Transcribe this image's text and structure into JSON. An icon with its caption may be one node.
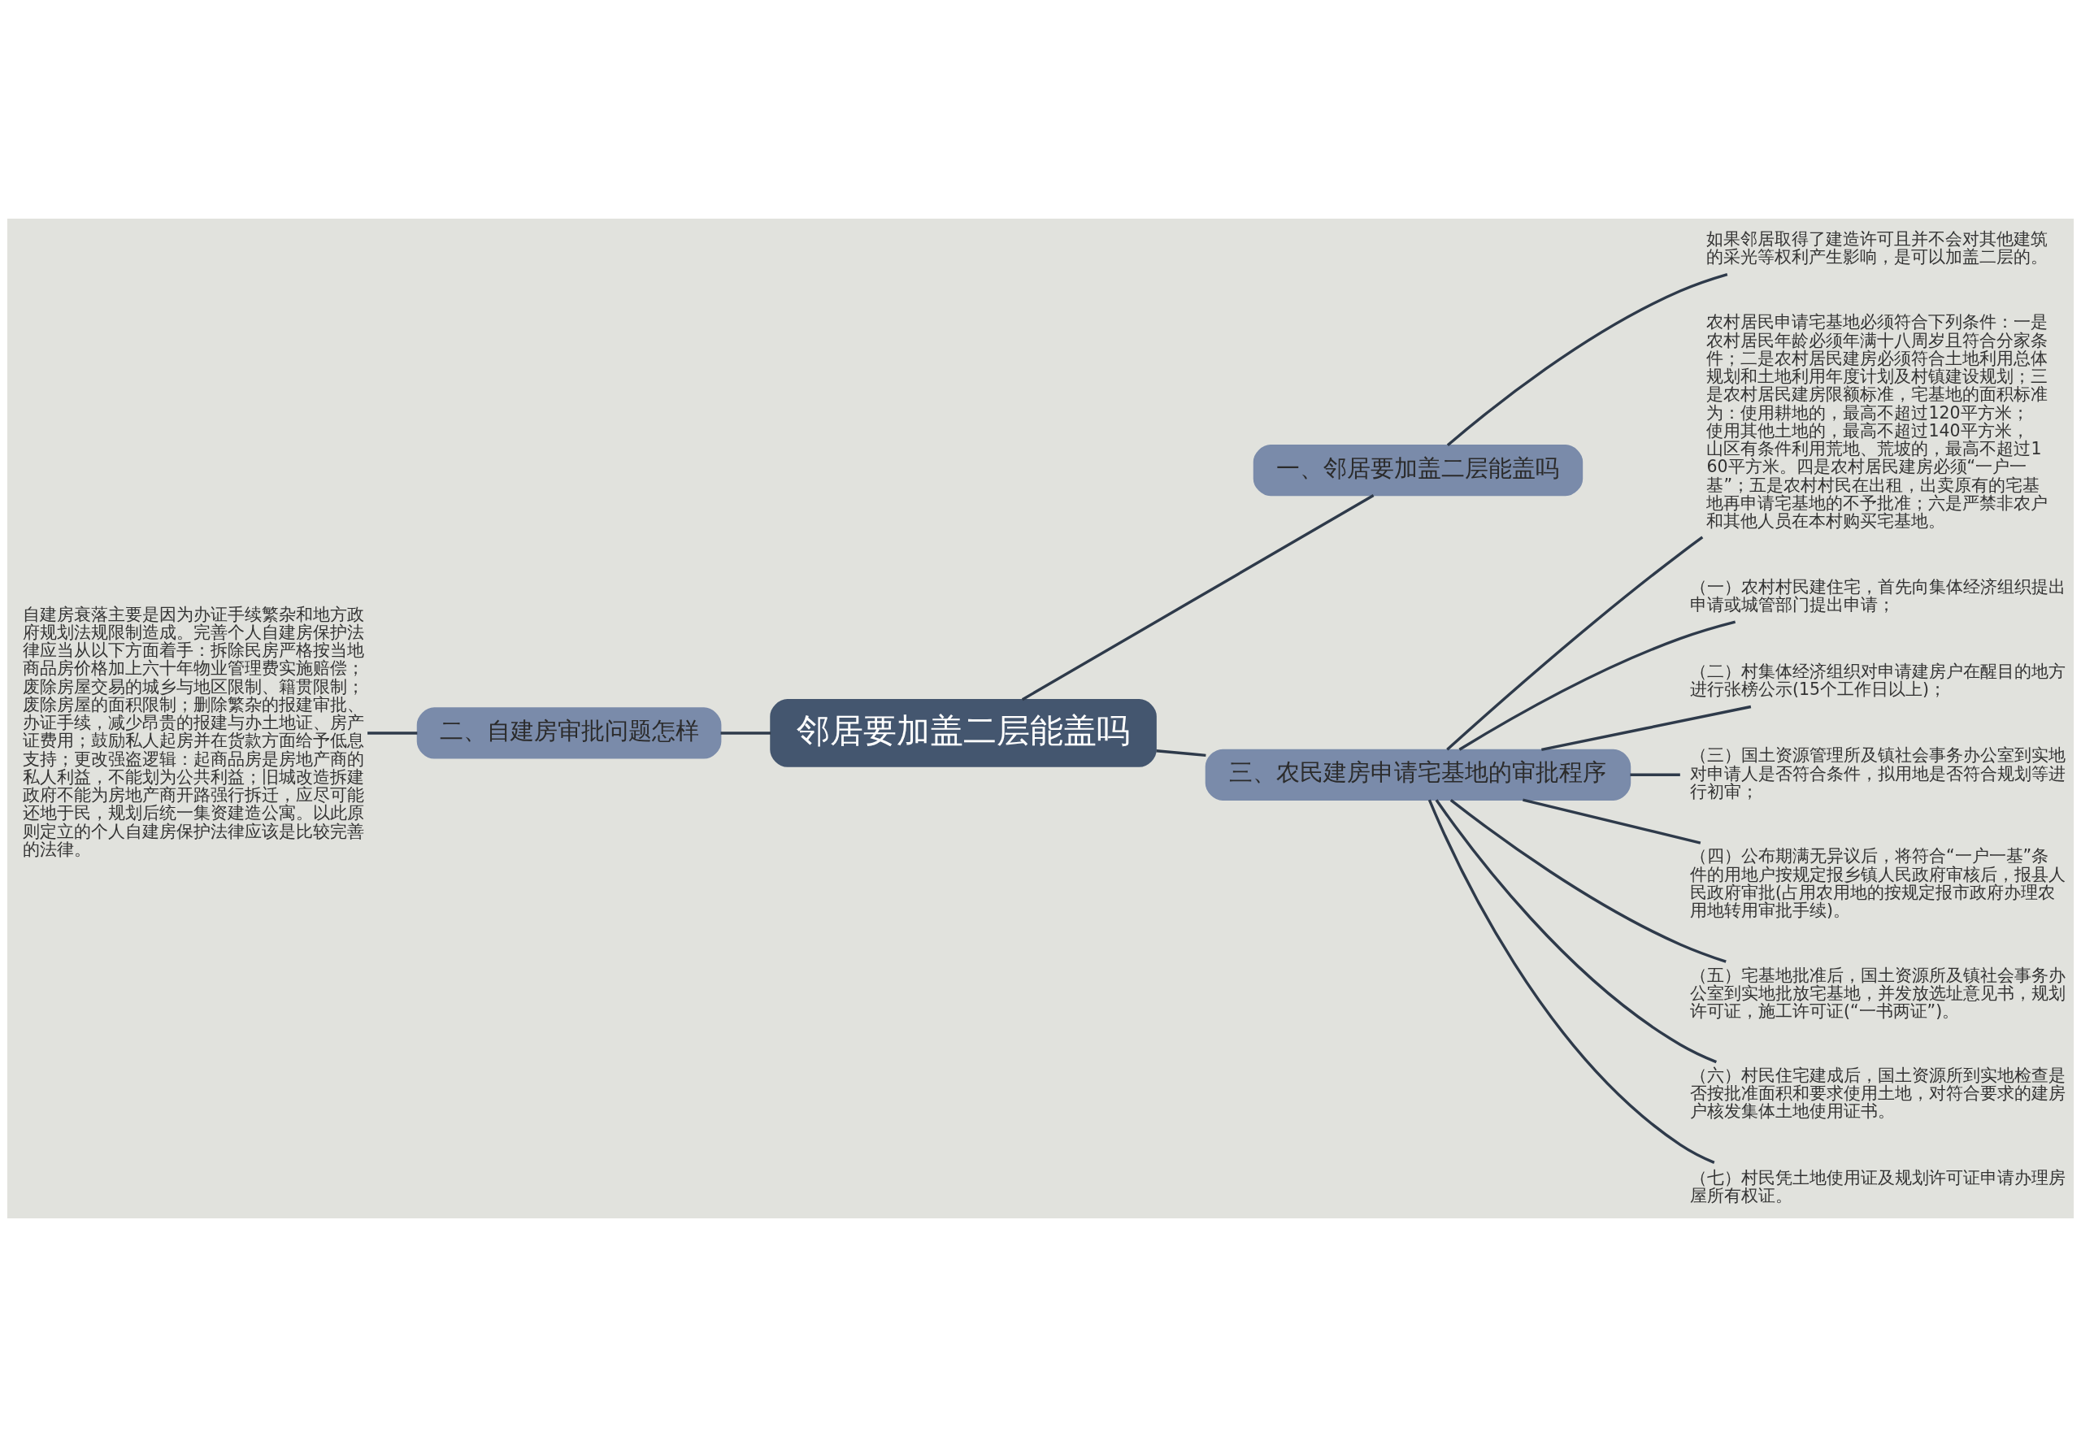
{
  "diagram": {
    "nodes": [
      {
        "text": [
          "邻居要加盖二层能盖吗"
        ]
      },
      {
        "text": [
          "一、邻居要加盖二层能盖吗"
        ]
      },
      {
        "text": [
          "如果邻居取得了建造许可且并不会对其他建筑的采光等权利产生影响，是可以加盖二层的。"
        ]
      },
      {
        "text": [
          "二、自建房审批问题怎样"
        ]
      },
      {
        "text": [
          "自建房衰落主要是因为办证手续繁杂和地方政府规划法规限制造成。完善个人自建房保护法律应当从以下方面着手：拆除民房严格按当地商品房价格加上六十年物业管理费实施赔偿；废除房屋交易的城乡与地区限制、籍贯限制；废除房屋的面积限制；删除繁杂的报建审批、办证手续，减少昂贵的报建与办土地证、房产证费用；鼓励私人起房并在货款方面给予低息支持；更改强盗逻辑：起商品房是房地产商的私人利益，不能划为公共利益；旧城改造拆建政府不能为房地产商开路强行拆迁，应尽可能还地于民，规划后统一集资建造公寓。以此原则定立的个人自建房保护法律应该是比较完善的法律。"
        ]
      },
      {
        "text": [
          "三、农民建房申请宅基地的审批程序"
        ]
      },
      {
        "text": [
          "农村居民申请宅基地必须符合下列条件：一是农村居民年龄必须年满十八周岁且符合分家条件；二是农村居民建房必须符合土地利用总体规划和土地利用年度计划及村镇建设规划；三是农村居民建房限额标准，宅基地的面积标准为：使用耕地的，最高不超过120平方米；使用其他土地的，最高不超过140平方米，山区有条件利用荒地、荒坡的，最高不超过160平方米。四是农村居民建房必须“一户一基”；五是农村村民在出租，出卖原有的宅基地再申请宅基地的不予批准；六是严禁非农户和其他人员在本村购买宅基地。"
        ]
      },
      {
        "text": [
          "（一）农村村民建住宅，首先向集体经济组织提出申请或城管部门提出申请；"
        ]
      },
      {
        "text": [
          "（二）村集体经济组织对申请建房户在醒目的地方进行张榜公示(15个工作日以上)；"
        ]
      },
      {
        "text": [
          "（三）国土资源管理所及镇社会事务办公室到实地对申请人是否符合条件，拟用地是否符合规划等进行初审；"
        ]
      },
      {
        "text": [
          "（四）公布期满无异议后，将符合“一户一基”条件的用地户按规定报乡镇人民政府审核后，报县人民政府审批(占用农用地的按规定报市政府办理农用地转用审批手续)。"
        ]
      },
      {
        "text": [
          "（五）宅基地批准后，国土资源所及镇社会事务办公室到实地批放宅基地，并发放选址意见书，规划许可证，施工许可证(“一书两证”)。"
        ]
      },
      {
        "text": [
          "（六）村民住宅建成后，国土资源所到实地检查是否按批准面积和要求使用土地，对符合要求的建房户核发集体土地使用证书。"
        ]
      },
      {
        "text": [
          "（七）村民凭土地使用证及规划许可证申请办理房屋所有权证。"
        ]
      }
    ],
    "edges": [
      {
        "from": 0,
        "to": 1,
        "arrow": "none"
      },
      {
        "from": 1,
        "to": 2,
        "arrow": "none"
      },
      {
        "from": 0,
        "to": 3,
        "arrow": "none"
      },
      {
        "from": 3,
        "to": 4,
        "arrow": "none"
      },
      {
        "from": 0,
        "to": 5,
        "arrow": "none"
      },
      {
        "from": 5,
        "to": 6,
        "arrow": "none"
      },
      {
        "from": 5,
        "to": 7,
        "arrow": "none"
      },
      {
        "from": 5,
        "to": 8,
        "arrow": "none"
      },
      {
        "from": 5,
        "to": 9,
        "arrow": "none"
      },
      {
        "from": 5,
        "to": 10,
        "arrow": "none"
      },
      {
        "from": 5,
        "to": 11,
        "arrow": "none"
      },
      {
        "from": 5,
        "to": 12,
        "arrow": "none"
      },
      {
        "from": 5,
        "to": 13,
        "arrow": "none"
      }
    ]
  }
}
